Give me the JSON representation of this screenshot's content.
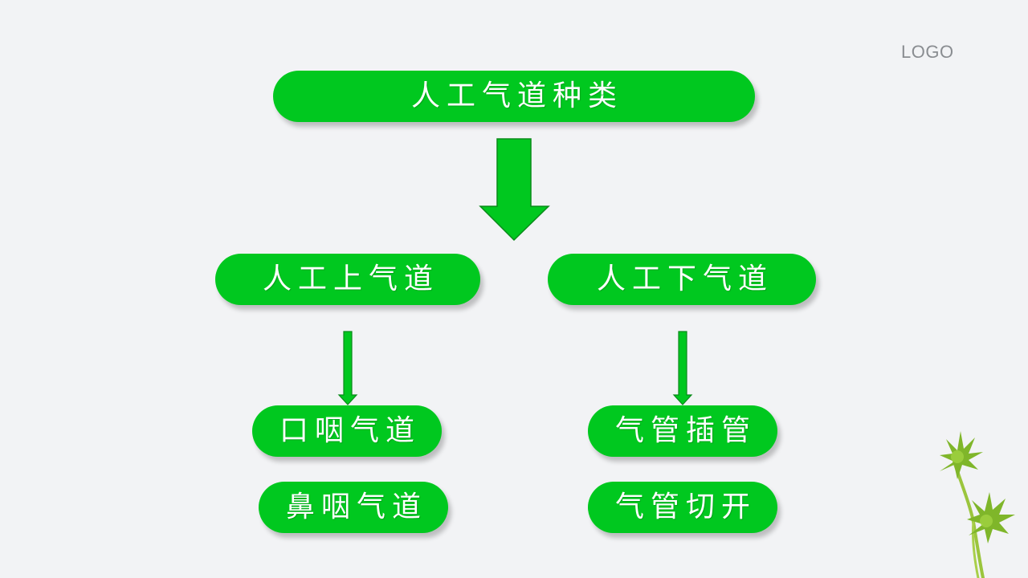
{
  "logo": "LOGO",
  "diagram": {
    "root": "人工气道种类",
    "branches": [
      {
        "label": "人工上气道",
        "children": [
          "口咽气道",
          "鼻咽气道"
        ]
      },
      {
        "label": "人工下气道",
        "children": [
          "气管插管",
          "气管切开"
        ]
      }
    ]
  },
  "colors": {
    "node_fill": "#00c81f",
    "arrow_fill": "#00c81f",
    "arrow_stroke": "#0a8a1a",
    "text": "#ffffff",
    "background": "#f2f3f5"
  }
}
